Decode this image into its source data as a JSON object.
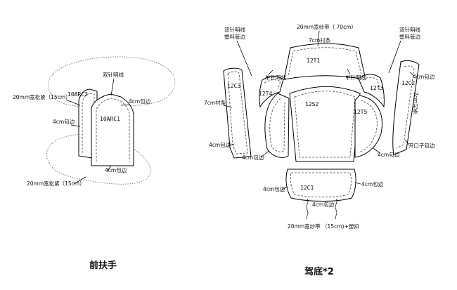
{
  "armrest": {
    "title": "前扶手",
    "code_left": "10ARC2",
    "code_right": "10ARC1",
    "label_double_stitch": "双针明线",
    "label_elastic_top": "20mm宽松紧（15cm）",
    "label_edge_4cm_right": "4cm包边",
    "label_edge_4cm_left": "4cm包边",
    "label_edge_4cm_bottom": "4cm包边",
    "label_elastic_bottom": "20mm宽松紧（15cm）"
  },
  "seat": {
    "title": "驾底*2",
    "code_12T1": "12T1",
    "code_12S2": "12S2",
    "code_12C3": "12C3",
    "code_12T4": "12T4",
    "code_12T3": "12T3",
    "code_12T5": "12T5",
    "code_12C2": "12C2",
    "code_12C1": "12C1",
    "label_tape_top": "20mm宽纱带（ 70cm）",
    "label_lining_strip": "7cm衬条",
    "label_left_stitch_a": "双针明线",
    "label_left_stitch_b": "塑料管边",
    "label_right_stitch_a": "双针明线",
    "label_right_stitch_b": "塑料管边",
    "label_single_stitch_left": "单针明线",
    "label_single_stitch_right": "单针明线",
    "label_lining_left": "7cm衬条",
    "label_edge_4cm_right_top": "4cm包边",
    "label_strip_vertical": "7cm衬条",
    "label_edge_left_lower": "4cm包边",
    "label_edge_left_mid": "4cm包边",
    "label_edge_right_mid": "4cm包边",
    "label_opening_edge": "开口子包边",
    "label_edge_front_left": "4cm包边",
    "label_edge_front_right": "4cm包边",
    "label_edge_front_bottom": "4cm包边",
    "label_tape_bottom": "20mm宽纱带 （15cm)+塑扣"
  }
}
